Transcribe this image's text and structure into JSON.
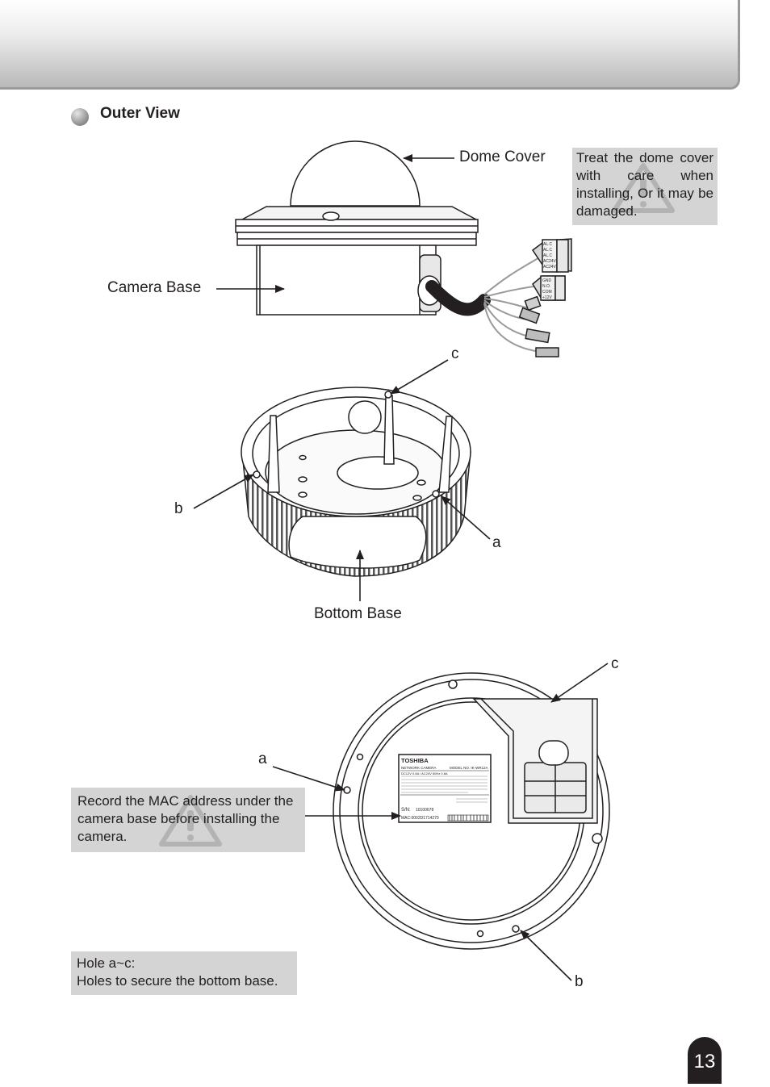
{
  "page": {
    "section_title": "Outer View",
    "page_number": "13"
  },
  "figure_top": {
    "dome_cover_label": "Dome Cover",
    "camera_base_label": "Camera Base",
    "hole_c_label": "c",
    "hole_b_label": "b",
    "hole_a_label": "a",
    "bottom_base_label": "Bottom Base",
    "connector_labels_1": [
      "AL.C",
      "AL.C",
      "AL.C",
      "AC24V",
      "AC24V"
    ],
    "connector_labels_2": [
      "GND",
      "N.O.",
      "COM",
      "+12V"
    ]
  },
  "figure_bottom": {
    "hole_c_label": "c",
    "hole_a_label": "a",
    "hole_b_label": "b",
    "label_brand": "TOSHIBA",
    "label_product": "NETWORK CAMERA",
    "label_model": "MODEL NO. IK-WR12A",
    "label_power": "DC12V 0.8A / AC24V 60Hz 0.6A",
    "label_sn_prefix": "S/N:",
    "label_sn_value": "10100678",
    "label_mac": "MAC:0002D1714270"
  },
  "notes": {
    "dome_note": "Treat the dome cover with care when installing, Or it may be damaged.",
    "mac_note": "Record the MAC address under the camera base before installing the camera.",
    "holes_title": "Hole a~c:",
    "holes_text": "Holes to secure the bottom base."
  }
}
